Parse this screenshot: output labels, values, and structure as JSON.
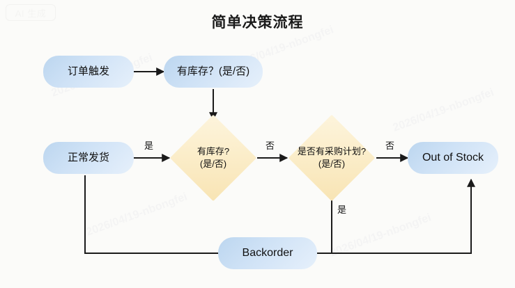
{
  "watermark": {
    "badge_label": "AI 生成",
    "ghost_text": "2026/04/19-nbongfei"
  },
  "title": "简单决策流程",
  "diagram": {
    "type": "flowchart",
    "colors": {
      "process_fill": "#cfe2f6",
      "decision_fill": "#fbedc9",
      "connector": "#1a1a1a",
      "text": "#111111",
      "background": "#fbfbf9"
    },
    "nodes": [
      {
        "id": "order-trigger",
        "shape": "rounded-rect",
        "label": "订单触发",
        "label_line2": ""
      },
      {
        "id": "stock-check-top",
        "shape": "rounded-rect",
        "label": "有库存？(是/否)",
        "label_line2": ""
      },
      {
        "id": "normal-shipment",
        "shape": "rounded-rect",
        "label": "正常发货",
        "label_line2": ""
      },
      {
        "id": "stock-decision",
        "shape": "diamond",
        "label": "有库存?",
        "label_line2": "(是/否)"
      },
      {
        "id": "purchase-plan",
        "shape": "diamond",
        "label": "是否有采购计划?",
        "label_line2": "(是/否)"
      },
      {
        "id": "out-of-stock",
        "shape": "rounded-rect",
        "label": "Out of Stock",
        "label_line2": ""
      },
      {
        "id": "backorder",
        "shape": "rounded-rect",
        "label": "Backorder",
        "label_line2": ""
      }
    ],
    "edges": [
      {
        "from": "order-trigger",
        "to": "stock-check-top",
        "label": "",
        "direction": "right"
      },
      {
        "from": "stock-check-top",
        "to": "stock-decision",
        "label": "",
        "direction": "down"
      },
      {
        "from": "normal-shipment",
        "to": "stock-decision",
        "label": "是",
        "direction": "right"
      },
      {
        "from": "stock-decision",
        "to": "purchase-plan",
        "label": "否",
        "direction": "right"
      },
      {
        "from": "purchase-plan",
        "to": "out-of-stock",
        "label": "否",
        "direction": "right"
      },
      {
        "from": "backorder",
        "to": "purchase-plan",
        "label": "是",
        "direction": "up"
      },
      {
        "from": "backorder",
        "to": "normal-shipment",
        "label": "",
        "direction": "left-up"
      },
      {
        "from": "backorder",
        "to": "out-of-stock",
        "label": "",
        "direction": "right-up"
      }
    ],
    "edge_labels": {
      "yes_to_stock_decision": "是",
      "no_to_purchase_plan": "否",
      "no_to_out_of_stock": "否",
      "yes_backorder_up": "是"
    }
  }
}
